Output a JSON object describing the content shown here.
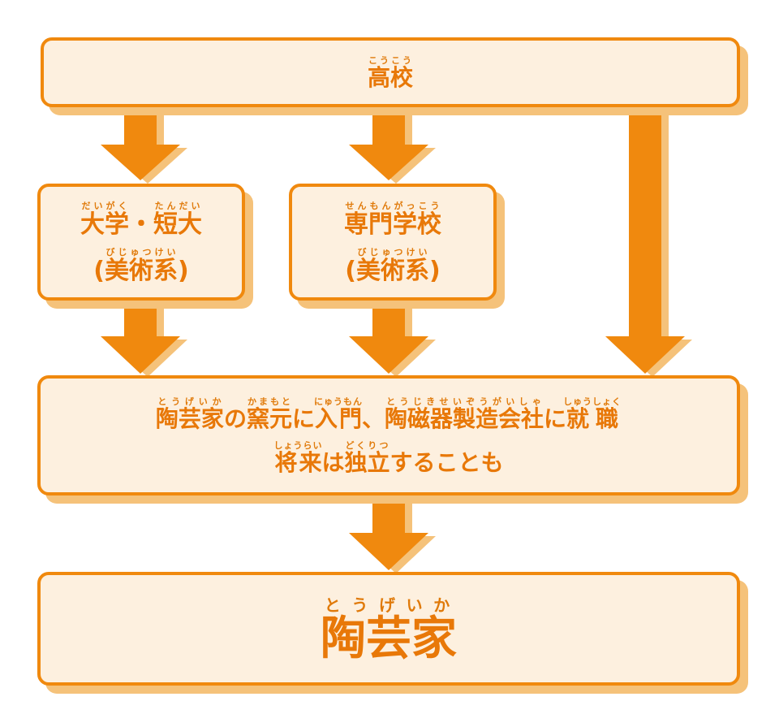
{
  "colors": {
    "accent": "#f0890e",
    "text": "#e87808",
    "box_fill": "#fdf0df",
    "shadow": "#f5c27a"
  },
  "nodes": {
    "top": {
      "base": "高校",
      "ruby": "こうこう"
    },
    "univ": {
      "line1": [
        {
          "base": "大学",
          "ruby": "だいがく"
        },
        {
          "base": "・"
        },
        {
          "base": "短大",
          "ruby": "たんだい"
        }
      ],
      "line2": [
        {
          "base": "("
        },
        {
          "base": "美術系",
          "ruby": "びじゅつけい"
        },
        {
          "base": ")"
        }
      ]
    },
    "vocational": {
      "line1": [
        {
          "base": "専門学校",
          "ruby": "せんもんがっこう"
        }
      ],
      "line2": [
        {
          "base": "("
        },
        {
          "base": "美術系",
          "ruby": "びじゅつけい"
        },
        {
          "base": ")"
        }
      ]
    },
    "middle": {
      "line1": [
        {
          "base": "陶芸家",
          "ruby": "とうげいか"
        },
        {
          "base": "の"
        },
        {
          "base": "窯元",
          "ruby": "かまもと"
        },
        {
          "base": "に"
        },
        {
          "base": "入門",
          "ruby": "にゅうもん"
        },
        {
          "base": "、"
        },
        {
          "base": "陶磁器製造会社",
          "ruby": "とうじきせいぞうがいしゃ"
        },
        {
          "base": "に"
        },
        {
          "base": "就職",
          "ruby": "しゅうしょく"
        }
      ],
      "line2": [
        {
          "base": "将来",
          "ruby": "しょうらい"
        },
        {
          "base": "は"
        },
        {
          "base": "独立",
          "ruby": "どくりつ"
        },
        {
          "base": "することも"
        }
      ]
    },
    "bottom": {
      "base": "陶芸家",
      "ruby": "とうげいか"
    }
  }
}
